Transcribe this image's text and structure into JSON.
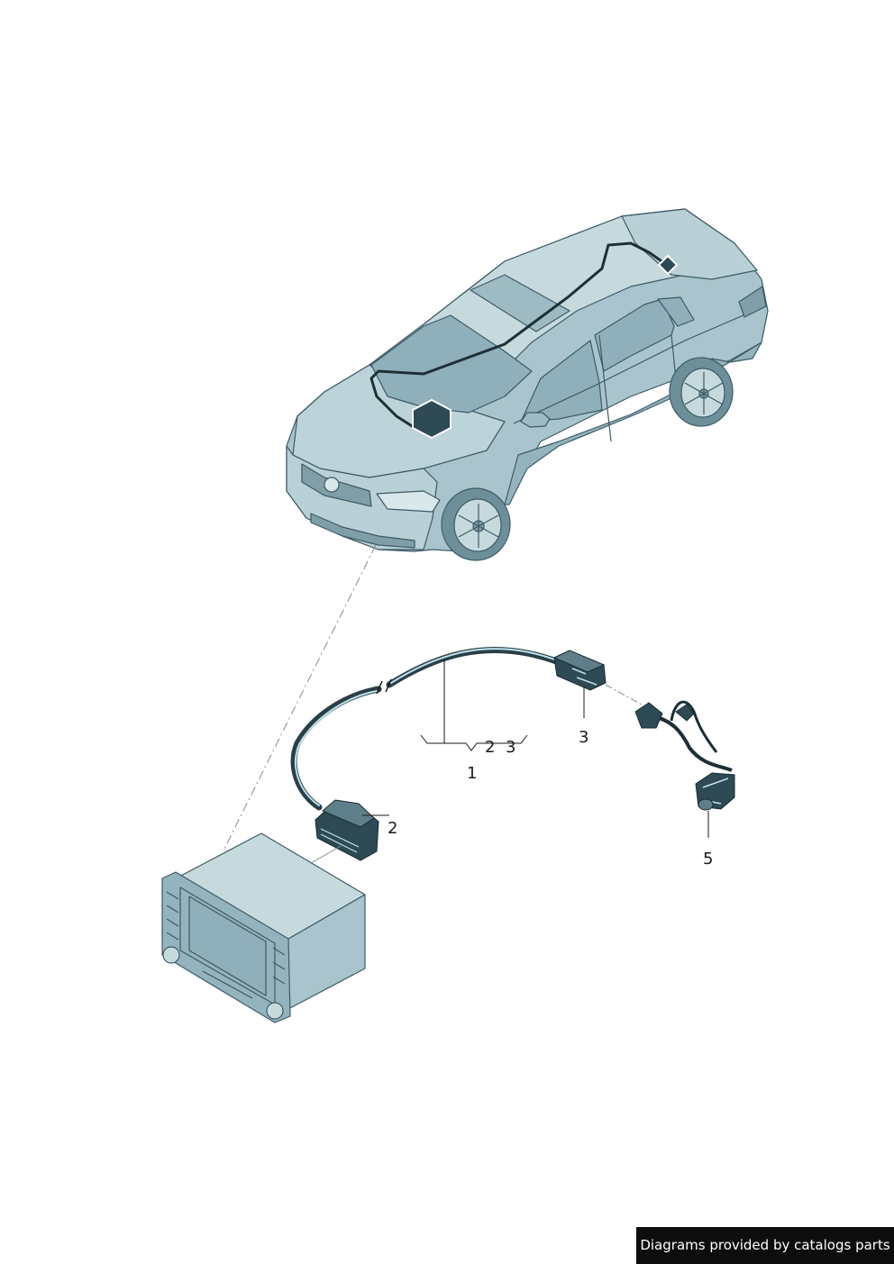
{
  "callouts": {
    "c1": "1",
    "c2_brace": "2",
    "c3_brace": "3",
    "c2": "2",
    "c3": "3",
    "c5": "5"
  },
  "credit": "Diagrams provided by catalogs parts",
  "colors": {
    "body_fill": "#a9c4cc",
    "body_light": "#c6dade",
    "body_dark": "#7f9ea8",
    "glass": "#8fb0ba",
    "outline": "#3d5a66",
    "part_fill": "#2e4a55",
    "part_highlight": "#bfe2ea",
    "leader": "#555555",
    "credit_bg": "#0d0d0d"
  },
  "icons": {
    "hex_marker": "hexagon-marker-icon",
    "diamond_marker": "diamond-marker-icon"
  }
}
